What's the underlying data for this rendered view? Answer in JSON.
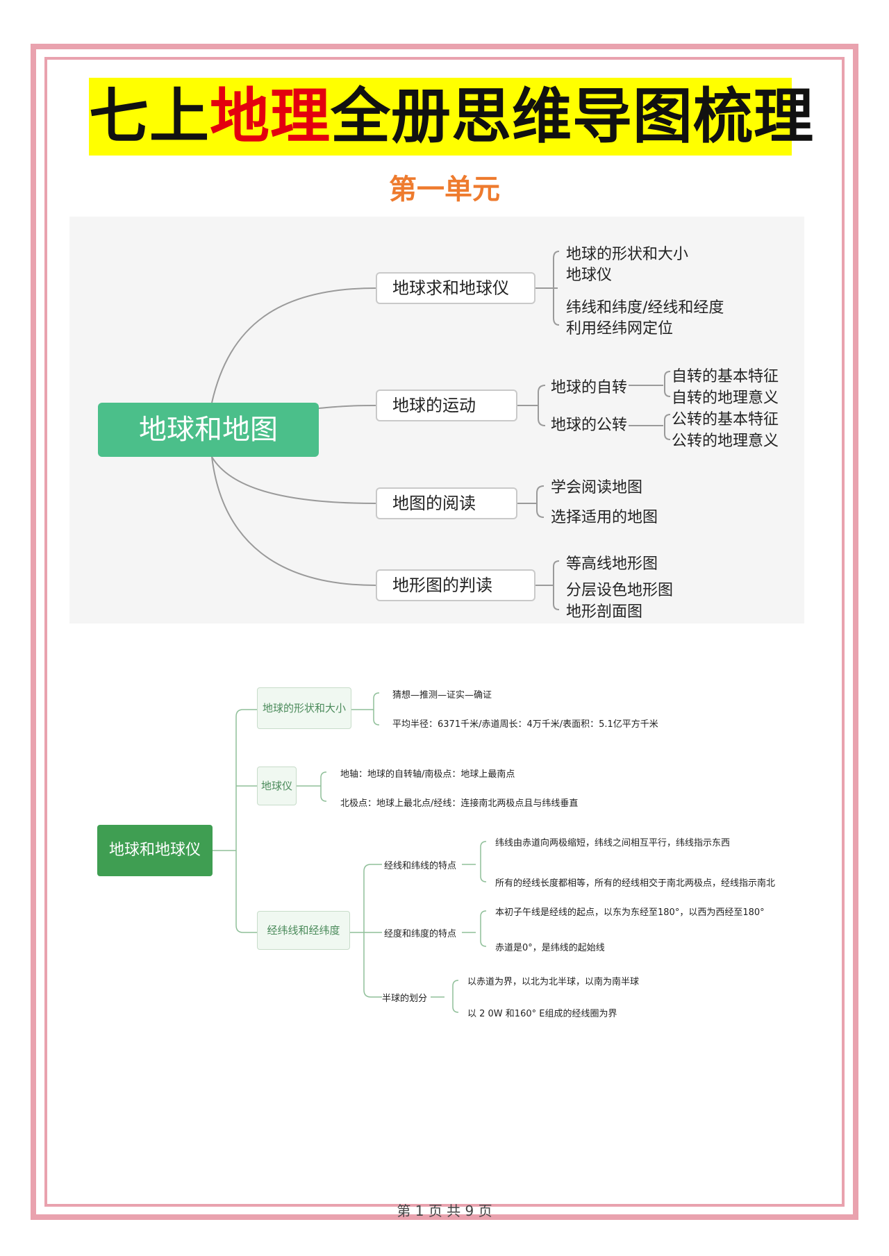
{
  "title": {
    "part1": "七上",
    "part2": "地理",
    "part3": "全册思维导图梳理"
  },
  "unit_title": "第一单元",
  "map1": {
    "root": "地球和地图",
    "branches": [
      {
        "label": "地球求和地球仪",
        "leaves": [
          "地球的形状和大小",
          "地球仪",
          "纬线和纬度/经线和经度",
          "利用经纬网定位"
        ]
      },
      {
        "label": "地球的运动",
        "sub": [
          {
            "label": "地球的自转",
            "leaves": [
              "自转的基本特征",
              "自转的地理意义"
            ]
          },
          {
            "label": "地球的公转",
            "leaves": [
              "公转的基本特征",
              "公转的地理意义"
            ]
          }
        ]
      },
      {
        "label": "地图的阅读",
        "leaves": [
          "学会阅读地图",
          "选择适用的地图"
        ]
      },
      {
        "label": "地形图的判读",
        "leaves": [
          "等高线地形图",
          "分层设色地形图",
          "地形剖面图"
        ]
      }
    ]
  },
  "map2": {
    "root": "地球和地球仪",
    "branches": [
      {
        "label": "地球的形状和大小",
        "leaves": [
          "猜想—推测—证实—确证",
          "平均半径：6371千米/赤道周长：4万千米/表面积：5.1亿平方千米"
        ]
      },
      {
        "label": "地球仪",
        "leaves": [
          "地轴：地球的自转轴/南极点：地球上最南点",
          "北极点：地球上最北点/经线：连接南北两极点且与纬线垂直"
        ]
      },
      {
        "label": "经纬线和经纬度",
        "sub": [
          {
            "label": "经线和纬线的特点",
            "leaves": [
              "纬线由赤道向两极缩短，纬线之间相互平行，纬线指示东西",
              "所有的经线长度都相等，所有的经线相交于南北两极点，经线指示南北"
            ]
          },
          {
            "label": "经度和纬度的特点",
            "leaves": [
              "本初子午线是经线的起点，以东为东经至180°，以西为西经至180°",
              "赤道是0°，是纬线的起始线"
            ]
          },
          {
            "label": "半球的划分",
            "leaves": [
              "以赤道为界，以北为北半球，以南为南半球",
              "以 2 0W 和160° E组成的经线圈为界"
            ]
          }
        ]
      }
    ]
  },
  "footer": "第 1 页 共 9 页",
  "colors": {
    "title_bg": "#ffff00",
    "title_red": "#e3000f",
    "unit": "#ee7b2e",
    "root1": "#4bbf8a",
    "root2": "#3f9e52",
    "frame": "#e9a2ae"
  }
}
